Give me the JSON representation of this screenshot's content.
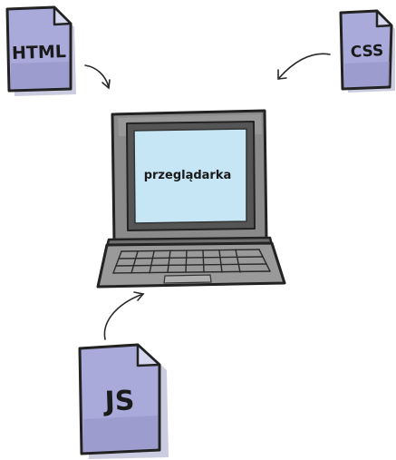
{
  "files": {
    "html": {
      "label": "HTML"
    },
    "css": {
      "label": "CSS"
    },
    "js": {
      "label": "JS"
    }
  },
  "computer": {
    "screen_label": "przeglądarka"
  },
  "colors": {
    "file_fill": "#a9aad9",
    "file_fold": "#d6d7ee",
    "laptop_body": "#8a8a8a",
    "laptop_bezel": "#555555",
    "screen": "#c7e6f5",
    "keyboard": "#9a9a9a",
    "outline": "#222222"
  }
}
